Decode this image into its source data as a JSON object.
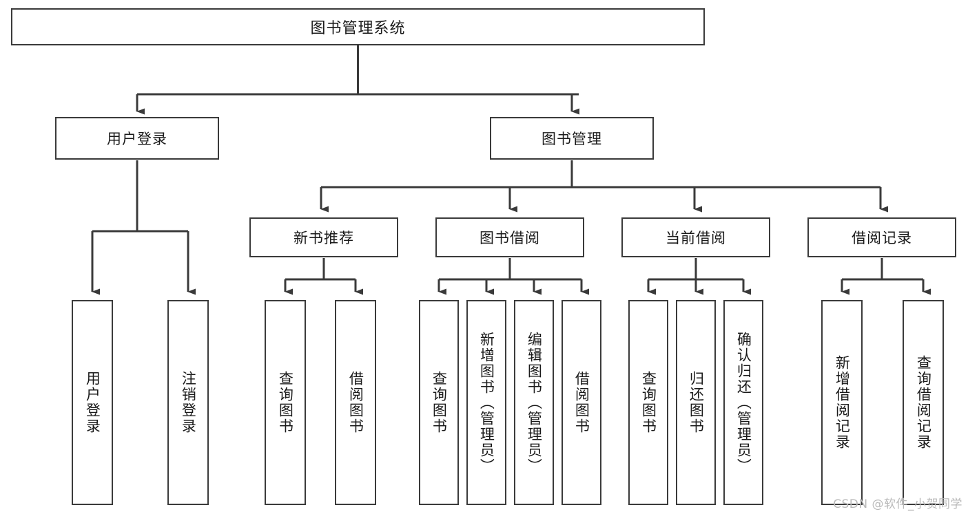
{
  "diagram": {
    "type": "tree-hierarchy-diagram",
    "title": "图书管理系统",
    "watermark": "CSDN @软件_小贺同学",
    "colors": {
      "box_border": "#3a3a3a",
      "box_fill": "#ffffff",
      "line": "#3a3a3a",
      "text": "#1a1a1a",
      "watermark": "#b9b9b9",
      "background": "#ffffff"
    },
    "root": {
      "label": "图书管理系统"
    },
    "level2": [
      {
        "label": "用户登录"
      },
      {
        "label": "图书管理"
      }
    ],
    "level3": [
      {
        "label": "新书推荐"
      },
      {
        "label": "图书借阅"
      },
      {
        "label": "当前借阅"
      },
      {
        "label": "借阅记录"
      }
    ],
    "leaves": {
      "user_login": [
        {
          "label": "用户登录"
        },
        {
          "label": "注销登录"
        }
      ],
      "new_book_recommend": [
        {
          "label": "查询图书"
        },
        {
          "label": "借阅图书"
        }
      ],
      "book_borrow": [
        {
          "label": "查询图书"
        },
        {
          "label": "新增图书（管理员）"
        },
        {
          "label": "编辑图书（管理员）"
        },
        {
          "label": "借阅图书"
        }
      ],
      "current_borrow": [
        {
          "label": "查询图书"
        },
        {
          "label": "归还图书"
        },
        {
          "label": "确认归还（管理员）"
        }
      ],
      "borrow_record": [
        {
          "label": "新增借阅记录"
        },
        {
          "label": "查询借阅记录"
        }
      ]
    }
  }
}
